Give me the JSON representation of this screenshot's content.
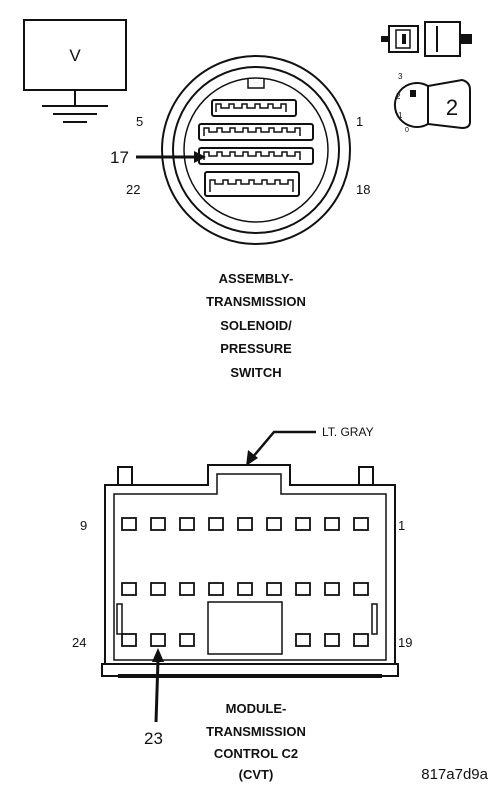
{
  "voltmeter": {
    "symbol": "V"
  },
  "key_switch": {
    "positions": [
      "3",
      "2",
      "1",
      "0"
    ],
    "selected": "2"
  },
  "connector1": {
    "pins": {
      "top_left": "5",
      "top_right": "1",
      "bottom_left": "22",
      "bottom_right": "18"
    },
    "callout": "17",
    "caption": [
      "ASSEMBLY-",
      "TRANSMISSION",
      "SOLENOID/",
      "PRESSURE",
      "SWITCH"
    ]
  },
  "connector2": {
    "color_label": "LT. GRAY",
    "pins": {
      "top_left": "9",
      "top_right": "1",
      "bottom_left": "24",
      "bottom_right": "19"
    },
    "callout": "23",
    "caption": [
      "MODULE-",
      "TRANSMISSION",
      "CONTROL C2",
      "(CVT)"
    ]
  },
  "figure_code": "817a7d9a"
}
